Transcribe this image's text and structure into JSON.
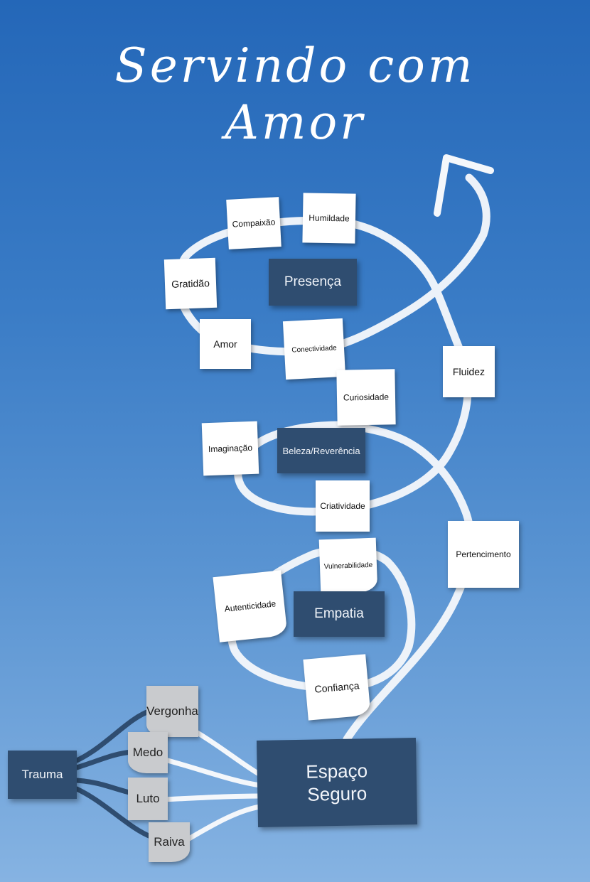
{
  "title": {
    "line1": "Servindo com",
    "line2": "Amor"
  },
  "center": {
    "line1": "Espaço",
    "line2": "Seguro"
  },
  "source": {
    "label": "Trauma"
  },
  "emotions": [
    "Vergonha",
    "Medo",
    "Luto",
    "Raiva"
  ],
  "loop_top": {
    "core": "Presença",
    "notes": [
      "Compaixão",
      "Humildade",
      "Gratidão",
      "Amor",
      "Conectividade"
    ]
  },
  "loop_middle": {
    "core": "Beleza/Reverência",
    "notes": [
      "Curiosidade",
      "Imaginação",
      "Criatividade"
    ]
  },
  "loop_bottom": {
    "core": "Empatia",
    "notes": [
      "Vulnerabilidade",
      "Autenticidade",
      "Confiança"
    ]
  },
  "outer_path": [
    "Pertencimento",
    "Fluidez"
  ],
  "colors": {
    "background_top": "#2467b8",
    "background_bottom": "#86b3e2",
    "dark_note": "#2f4d70",
    "light_note": "#ffffff",
    "grey_note": "#c9cbce",
    "trauma_branch": "#2f4d70",
    "path": "#f4f7fb"
  }
}
